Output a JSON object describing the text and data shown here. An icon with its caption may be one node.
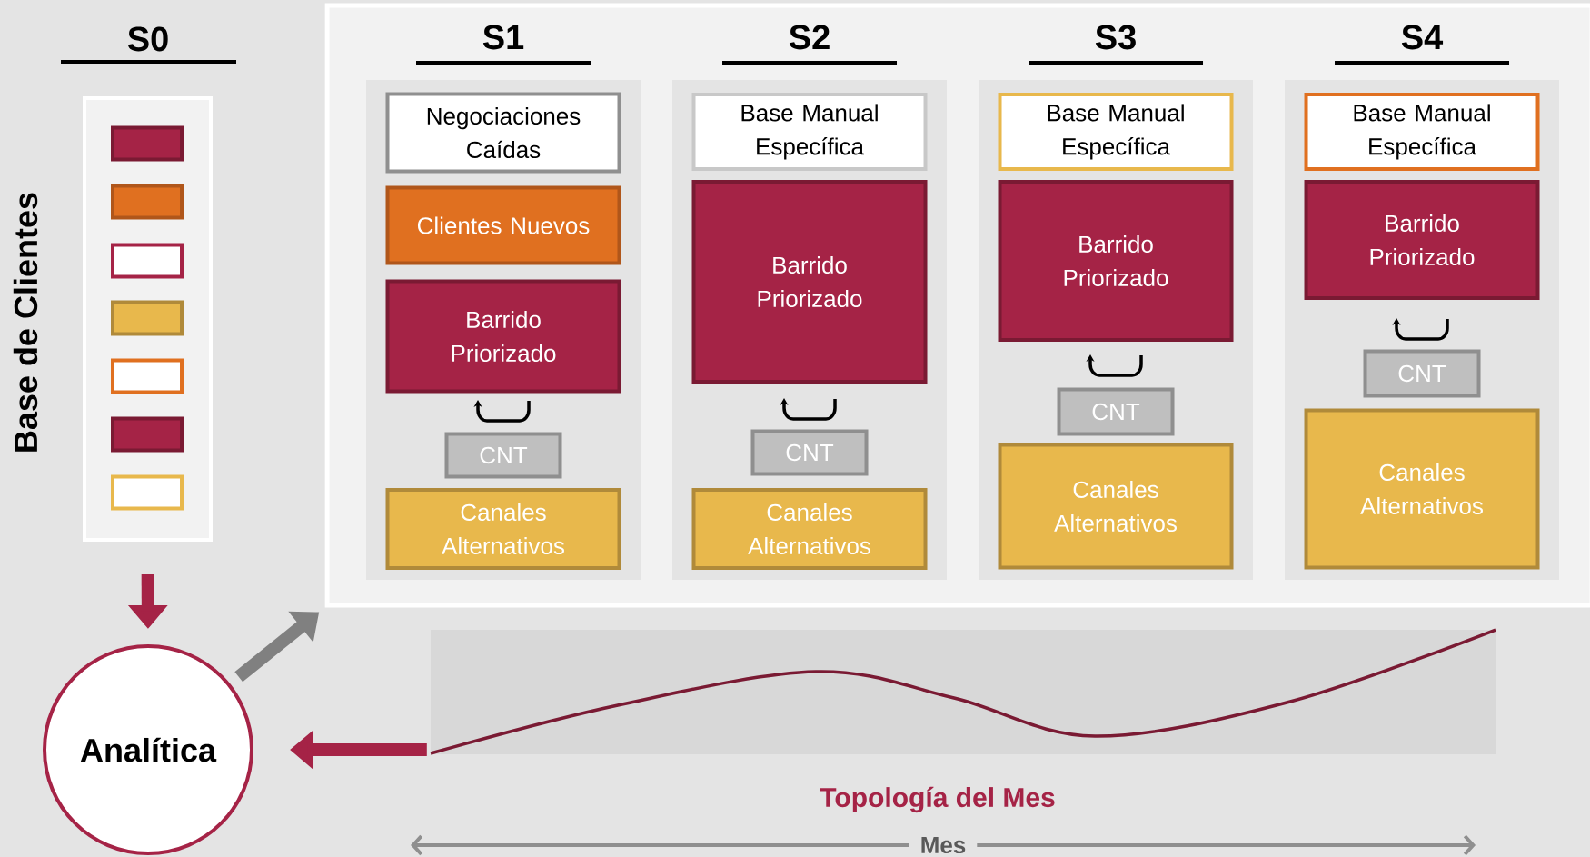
{
  "diagram": {
    "nodes": [
      {
        "text": [
          "S0"
        ],
        "beside": [
          "Base de Clientes"
        ]
      },
      {
        "text": [],
        "shape": "box",
        "in": 0
      },
      {
        "text": [],
        "shape": "box",
        "in": 0
      },
      {
        "text": [],
        "shape": "box",
        "in": 0
      },
      {
        "text": [],
        "shape": "box",
        "in": 0
      },
      {
        "text": [],
        "shape": "box",
        "in": 0
      },
      {
        "text": [],
        "shape": "box",
        "in": 0
      },
      {
        "text": [],
        "shape": "box",
        "in": 0
      },
      {
        "text": [
          "Analítica"
        ]
      },
      {
        "text": [],
        "shape": "box"
      },
      {
        "text": [
          "Topología del Mes"
        ]
      },
      {
        "text": [
          "S1"
        ],
        "in": 9
      },
      {
        "text": [
          "Negociaciones Caídas"
        ],
        "in": 11
      },
      {
        "text": [
          "Clientes Nuevos"
        ],
        "in": 11
      },
      {
        "text": [
          "Barrido Priorizado"
        ],
        "in": 11
      },
      {
        "text": [
          "CNT"
        ],
        "in": 11
      },
      {
        "text": [
          "Canales Alternativos"
        ],
        "in": 11
      },
      {
        "text": [
          "S2"
        ],
        "in": 9
      },
      {
        "text": [
          "Base Manual Específica"
        ],
        "in": 17
      },
      {
        "text": [
          "Barrido Priorizado"
        ],
        "in": 17
      },
      {
        "text": [
          "CNT"
        ],
        "in": 17
      },
      {
        "text": [
          "Canales Alternativos"
        ],
        "in": 17
      },
      {
        "text": [
          "S3"
        ],
        "in": 9
      },
      {
        "text": [
          "Base Manual Específica"
        ],
        "in": 22
      },
      {
        "text": [
          "Barrido Priorizado"
        ],
        "in": 22
      },
      {
        "text": [
          "CNT"
        ],
        "in": 22
      },
      {
        "text": [
          "Canales Alternativos"
        ],
        "in": 22
      },
      {
        "text": [
          "S4"
        ],
        "in": 9
      },
      {
        "text": [
          "Base Manual Específica"
        ],
        "in": 27
      },
      {
        "text": [
          "Barrido Priorizado"
        ],
        "in": 27
      },
      {
        "text": [
          "CNT"
        ],
        "in": 27
      },
      {
        "text": [
          "Canales Alternativos"
        ],
        "in": 27
      }
    ],
    "edges": [
      {
        "from": 0,
        "to": 8,
        "arrow": "to"
      },
      {
        "from": 8,
        "to": 9,
        "arrow": "to",
        "color": "#808080"
      },
      {
        "from": 10,
        "to": 8,
        "arrow": "to"
      }
    ],
    "labels": [
      "Mes"
    ]
  }
}
